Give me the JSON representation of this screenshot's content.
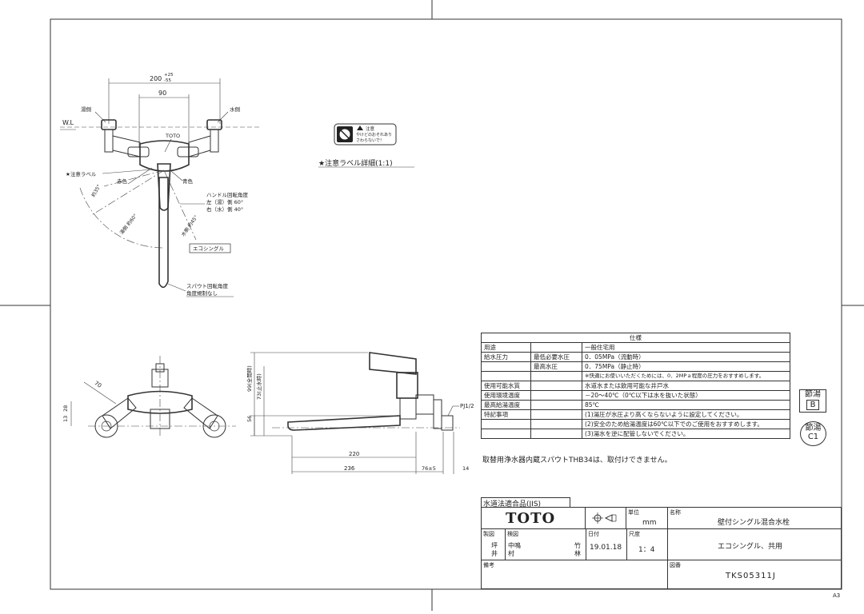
{
  "label_detail": {
    "title": "★注意ラベル詳細(1:1)",
    "label_line1": "注意",
    "label_line2": "やけどのおそれあり",
    "label_line3": "さわらないで！"
  },
  "plan_view": {
    "dim_200": "200",
    "dim_200_tol_top": "+25",
    "dim_200_tol_bottom": "-55",
    "dim_90": "90",
    "hot_side": "湯側",
    "cold_side": "水側",
    "wl": "W.L",
    "toto_mark": "TOTO",
    "caution_label": "★注意ラベル",
    "red": "赤色",
    "blue": "青色",
    "angle_35": "約35°",
    "angle_hot": "湯側\n約60°",
    "angle_cold": "水側\n約45°",
    "handle_angle_title": "ハンドル回転角度",
    "handle_angle_left": "左（湯）側 60°",
    "handle_angle_right": "右（水）側 40°",
    "eco_single": "エコシングル",
    "spout_rotation_1": "スパウト回転角度",
    "spout_rotation_2": "角度規制なし"
  },
  "front_view": {
    "dim_70": "70",
    "dim_13": "13",
    "dim_28": "28"
  },
  "side_view": {
    "dim_99": "99(全開時)",
    "dim_73": "73(止水時)",
    "dim_56": "56",
    "dim_220": "220",
    "dim_236": "236",
    "dim_76": "76±5",
    "dim_14": "14",
    "pj": "PJ1/2"
  },
  "spec": {
    "header": "仕様",
    "rows": [
      {
        "c1": "用途",
        "c2": "",
        "c3": "一般住宅用"
      },
      {
        "c1": "給水圧力",
        "c2": "最低必要水圧",
        "c3": "0．05MPa（流動時）"
      },
      {
        "c1": "",
        "c2": "最高水圧",
        "c3": "0．75MPa（静止時）"
      },
      {
        "c1": "",
        "c2": "",
        "c3": "※快適にお使いいただくためには、0．2MPａ程度の圧力をおすすめします。"
      },
      {
        "c1": "使用可能水質",
        "c2": "",
        "c3": "水道水または飲用可能な井戸水"
      },
      {
        "c1": "使用環境温度",
        "c2": "",
        "c3": "－20～40℃（0℃以下は水を抜いた状態）"
      },
      {
        "c1": "最高給湯温度",
        "c2": "",
        "c3": "85℃"
      },
      {
        "c1": "特記事項",
        "c2": "",
        "c3": "(1)湯圧が水圧より高くならないように設定してください。"
      },
      {
        "c1": "",
        "c2": "",
        "c3": "(2)安全のため給湯温度は60℃以下でのご使用をおすすめします。"
      },
      {
        "c1": "",
        "c2": "",
        "c3": "(3)湯水を逆に配管しないでください。"
      }
    ]
  },
  "note_spout": "取替用浄水器内蔵スパウトTHB34は、取付けできません。",
  "stamps": {
    "stamp1_line1": "節湯",
    "stamp1_line2": "B",
    "stamp2_line1": "節湯",
    "stamp2_line2": "C1"
  },
  "title_block": {
    "jis": "水道法適合品(JIS)",
    "brand": "TOTO",
    "unit_label": "単位",
    "unit": "mm",
    "name_label": "名称",
    "name": "壁付シングル混合水栓",
    "drawn_label": "製図",
    "checked_label": "検図",
    "drawn1": "坪",
    "drawn2": "井",
    "checked1": "中鳴",
    "checked2": "村",
    "checked3": "竹",
    "checked4": "林",
    "date_label": "日付",
    "date": "19.01.18",
    "scale_label": "尺度",
    "scale": "1：4",
    "subname": "エコシングル、共用",
    "remarks_label": "備考",
    "drawing_no_label": "図番",
    "drawing_no": "TKS05311J"
  },
  "sheet_size": "A3"
}
